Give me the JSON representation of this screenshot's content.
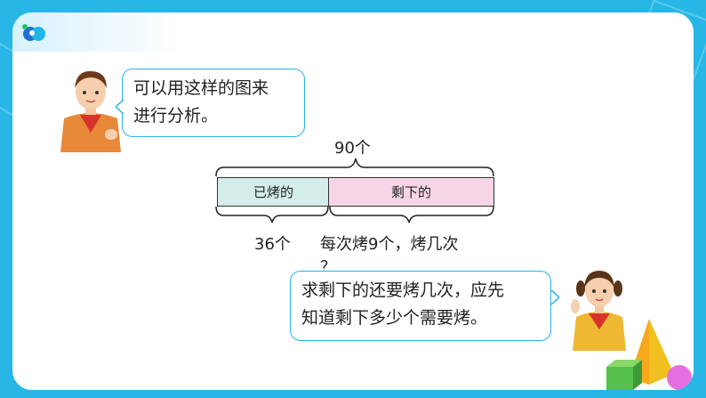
{
  "colors": {
    "background": "#27b6e6",
    "card": "#ffffff",
    "bubble_border": "#29b3e0",
    "baked_fill": "#d4ecea",
    "remaining_fill": "#f6d6e6"
  },
  "icons": [
    "app-logo-icon",
    "boy-character",
    "girl-character",
    "geometric-shapes-icon"
  ],
  "boy_bubble": {
    "line1": "可以用这样的图来",
    "line2": "进行分析。"
  },
  "diagram": {
    "total_label": "90个",
    "baked_label": "已烤的",
    "remaining_label": "剩下的",
    "baked_count": "36个",
    "question_line1": "每次烤9个，烤几次",
    "question_line2": "？"
  },
  "girl_bubble": {
    "line1": "求剩下的还要烤几次，应先",
    "line2": "知道剩下多少个需要烤。"
  }
}
